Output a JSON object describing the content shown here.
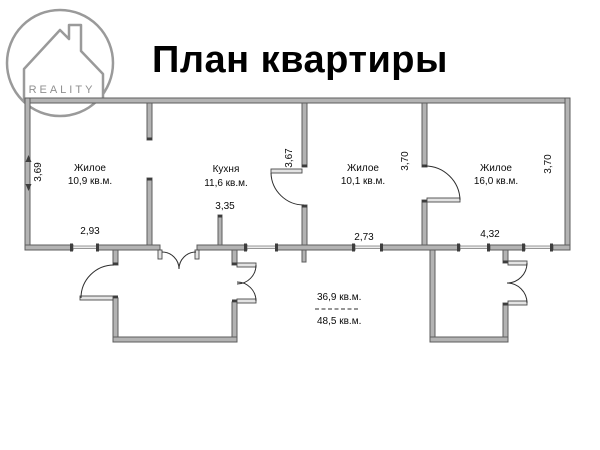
{
  "logo": {
    "brand": "REALITY",
    "icon": "house-in-circle-logo"
  },
  "header": {
    "title": "План квартиры"
  },
  "plan": {
    "rooms": [
      {
        "name": "Жилое",
        "area": "10,9 кв.м.",
        "width_m": "2,93",
        "height_m": "3,69"
      },
      {
        "name": "Кухня",
        "area": "11,6 кв.м.",
        "width_m": "3,35",
        "height_m": "3,67"
      },
      {
        "name": "Жилое",
        "area": "10,1 кв.м.",
        "width_m": "2,73",
        "height_m": "3,70"
      },
      {
        "name": "Жилое",
        "area": "16,0 кв.м.",
        "width_m": "4,32",
        "height_m": "3,70"
      }
    ],
    "summary": {
      "living_area": "36,9 кв.м.",
      "total_area": "48,5 кв.м."
    }
  },
  "colors": {
    "wall_fill": "#b3b3b3",
    "wall_stroke": "#5c5c5c",
    "text": "#000000",
    "logo_gray": "#9a9a9a",
    "background": "#ffffff"
  }
}
